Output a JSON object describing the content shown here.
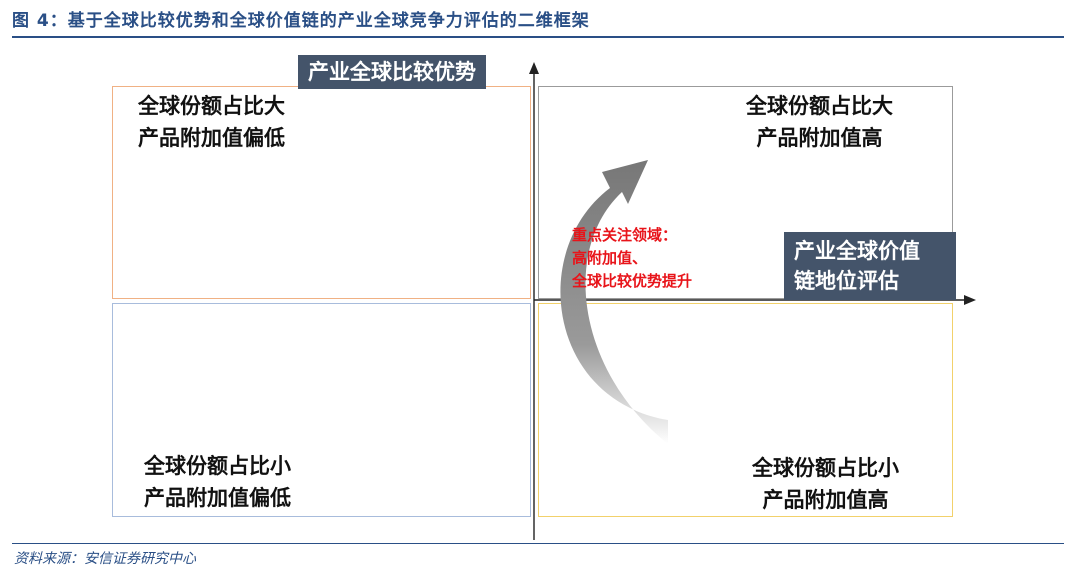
{
  "figure": {
    "title": "图 4：基于全球比较优势和全球价值链的产业全球竞争力评估的二维框架",
    "source": "资料来源：安信证券研究中心"
  },
  "axes": {
    "y_label": "产业全球比较优势",
    "x_label_line1": "产业全球价值",
    "x_label_line2": "链地位评估"
  },
  "quadrants": {
    "top_left": {
      "line1": "全球份额占比大",
      "line2": "产品附加值偏低"
    },
    "top_right": {
      "line1": "全球份额占比大",
      "line2": "产品附加值高"
    },
    "bottom_left": {
      "line1": "全球份额占比小",
      "line2": "产品附加值偏低"
    },
    "bottom_right": {
      "line1": "全球份额占比小",
      "line2": "产品附加值高"
    }
  },
  "focus": {
    "line1": "重点关注领域：",
    "line2": "高附加值、",
    "line3": "全球比较优势提升"
  },
  "colors": {
    "title": "#2a4f86",
    "axis_box": "#44546a",
    "focus_text": "#e8141a",
    "arrow": "#8a8a8a"
  }
}
